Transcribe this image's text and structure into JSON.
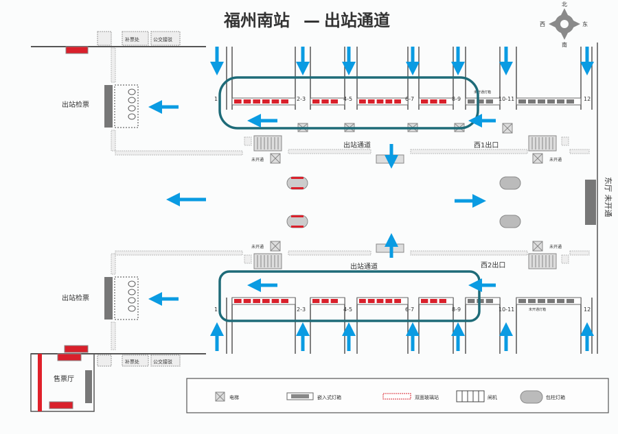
{
  "title": {
    "station": "福州南站",
    "dash": "—",
    "rest": "出站通道"
  },
  "compass": {
    "n": "北",
    "s": "南",
    "e": "东",
    "w": "西"
  },
  "labels": {
    "exit_check_top": "出站检票",
    "exit_check_bottom": "出站检票",
    "buy_ticket_top": "补票处",
    "bus_top": "公交接驳",
    "buy_ticket_bottom": "补票处",
    "bus_bottom": "公交接驳",
    "ticket_hall": "售票厅",
    "exit_passage_top": "出站通道",
    "exit_passage_bottom": "出站通道",
    "west1_exit": "西1出口",
    "west2_exit": "西2出口",
    "not_open_1": "未开通",
    "not_open_2": "未开通",
    "not_open_3": "未开通",
    "not_open_4": "未开通",
    "not_open_lightbox_top": "未开通灯箱",
    "not_open_lightbox_bottom": "未开通灯箱",
    "east_hall": "东厅 未开通"
  },
  "platforms_top": [
    "1",
    "2-3",
    "4-5",
    "6-7",
    "8-9",
    "10-11",
    "12"
  ],
  "platforms_bottom": [
    "1",
    "2-3",
    "4-5",
    "6-7",
    "8-9",
    "10-11",
    "12"
  ],
  "legend": [
    {
      "icon": "elevator",
      "label": "电梯"
    },
    {
      "icon": "embedded-lightbox",
      "label": "嵌入式灯箱"
    },
    {
      "icon": "double-glass-stand",
      "label": "双面玻璃站"
    },
    {
      "icon": "gate",
      "label": "闸机"
    },
    {
      "icon": "column-lightbox",
      "label": "包柱灯箱"
    }
  ],
  "colors": {
    "arrow": "#0a9be2",
    "highlight": "#1e6b78",
    "red": "#d9202b",
    "title_red": "#e0202a",
    "title_dark": "#333333"
  }
}
